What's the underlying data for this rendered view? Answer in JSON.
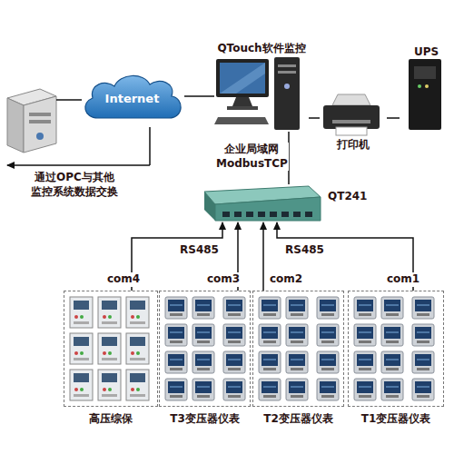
{
  "diagram": {
    "nodes": [
      {
        "text": [
          "QTouch软件监控"
        ]
      },
      {
        "text": [
          "Internet"
        ]
      },
      {
        "text": [
          "UPS"
        ]
      },
      {
        "text": [
          "打印机"
        ]
      },
      {
        "text": [
          "QT241"
        ]
      },
      {
        "text": [
          "高压综保"
        ]
      },
      {
        "text": [
          "T3变压器仪表"
        ]
      },
      {
        "text": [
          "T2变压器仪表"
        ]
      },
      {
        "text": [
          "T1变压器仪表"
        ]
      }
    ],
    "edges": [
      {
        "from": 1,
        "to": 0,
        "arrow": "none"
      },
      {
        "from": 0,
        "to": 3,
        "arrow": "none"
      },
      {
        "from": 3,
        "to": 2,
        "arrow": "none"
      },
      {
        "from": 0,
        "to": 4,
        "arrow": "none",
        "label": "企业局域网 ModbusTCP"
      },
      {
        "from": 5,
        "to": 4,
        "arrow": "to",
        "label": "com4"
      },
      {
        "from": 6,
        "to": 4,
        "arrow": "to",
        "label": "com3"
      },
      {
        "from": 7,
        "to": 4,
        "arrow": "to",
        "label": "com2"
      },
      {
        "from": 8,
        "to": 4,
        "arrow": "to",
        "label": "com1"
      }
    ],
    "labels": [
      "通过OPC与其他 监控系统数据交换",
      "RS485",
      "RS485"
    ]
  }
}
